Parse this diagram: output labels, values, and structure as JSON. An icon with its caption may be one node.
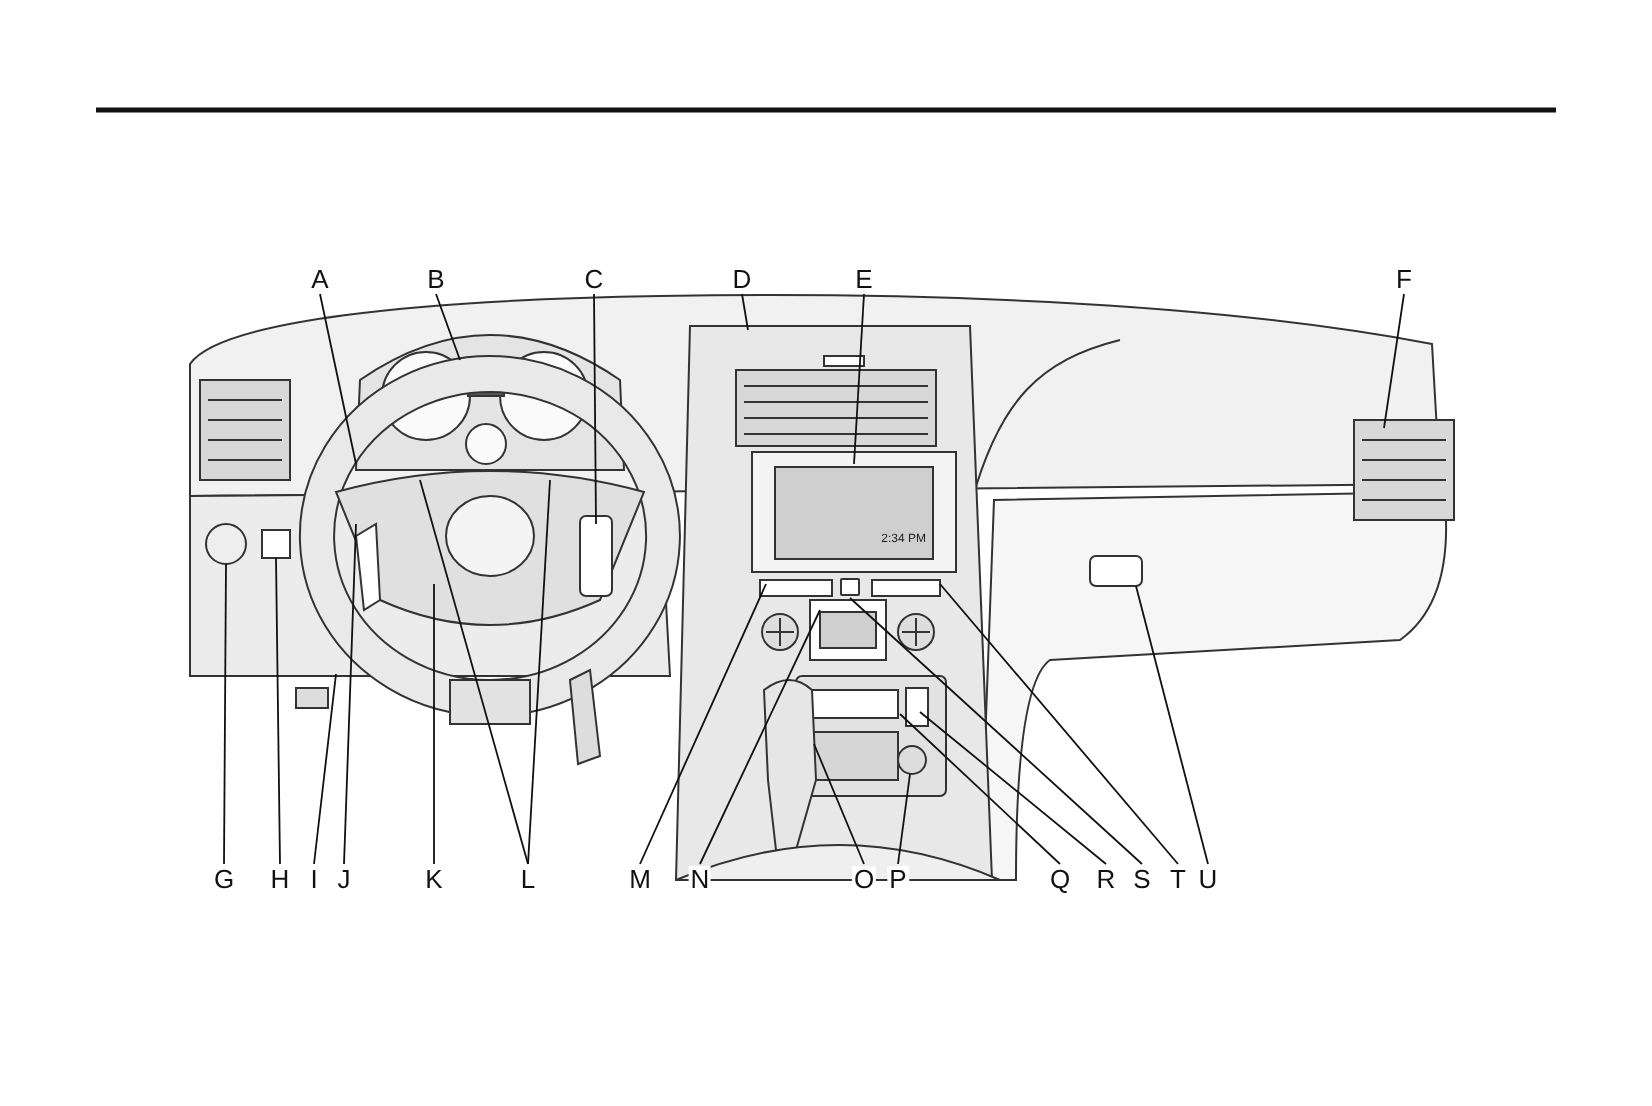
{
  "diagram": {
    "nodes": [
      {
        "text": [
          "A"
        ]
      },
      {
        "text": [
          "B"
        ]
      },
      {
        "text": [
          "C"
        ]
      },
      {
        "text": [
          "D"
        ]
      },
      {
        "text": [
          "E"
        ]
      },
      {
        "text": [
          "F"
        ]
      },
      {
        "text": [
          "G"
        ]
      },
      {
        "text": [
          "H"
        ]
      },
      {
        "text": [
          "I"
        ]
      },
      {
        "text": [
          "J"
        ]
      },
      {
        "text": [
          "K"
        ]
      },
      {
        "text": [
          "L"
        ]
      },
      {
        "text": [
          "M"
        ]
      },
      {
        "text": [
          "N"
        ]
      },
      {
        "text": [
          "O"
        ]
      },
      {
        "text": [
          "P"
        ]
      },
      {
        "text": [
          "Q"
        ]
      },
      {
        "text": [
          "R"
        ]
      },
      {
        "text": [
          "S"
        ]
      },
      {
        "text": [
          "T"
        ]
      },
      {
        "text": [
          "U"
        ]
      },
      {
        "text": [
          "2:34 PM"
        ]
      },
      {
        "text": [],
        "shape": "box"
      }
    ],
    "edges": [
      {
        "from": 0,
        "to": null,
        "arrow": "none"
      },
      {
        "from": 1,
        "to": null,
        "arrow": "none"
      },
      {
        "from": 2,
        "to": null,
        "arrow": "none"
      },
      {
        "from": 3,
        "to": null,
        "arrow": "none"
      },
      {
        "from": 4,
        "to": 21,
        "arrow": "none"
      },
      {
        "from": 5,
        "to": null,
        "arrow": "none"
      },
      {
        "from": 6,
        "to": null,
        "arrow": "none"
      },
      {
        "from": 7,
        "to": null,
        "arrow": "none"
      },
      {
        "from": 8,
        "to": null,
        "arrow": "none"
      },
      {
        "from": 9,
        "to": null,
        "arrow": "none"
      },
      {
        "from": 10,
        "to": null,
        "arrow": "none"
      },
      {
        "from": 11,
        "to": null,
        "arrow": "none"
      },
      {
        "from": 11,
        "to": null,
        "arrow": "none"
      },
      {
        "from": 12,
        "to": null,
        "arrow": "none"
      },
      {
        "from": 13,
        "to": null,
        "arrow": "none"
      },
      {
        "from": 14,
        "to": null,
        "arrow": "none"
      },
      {
        "from": 15,
        "to": null,
        "arrow": "none"
      },
      {
        "from": 16,
        "to": null,
        "arrow": "none"
      },
      {
        "from": 17,
        "to": null,
        "arrow": "none"
      },
      {
        "from": 18,
        "to": 22,
        "arrow": "none"
      },
      {
        "from": 19,
        "to": null,
        "arrow": "none"
      },
      {
        "from": 20,
        "to": null,
        "arrow": "none"
      }
    ]
  }
}
